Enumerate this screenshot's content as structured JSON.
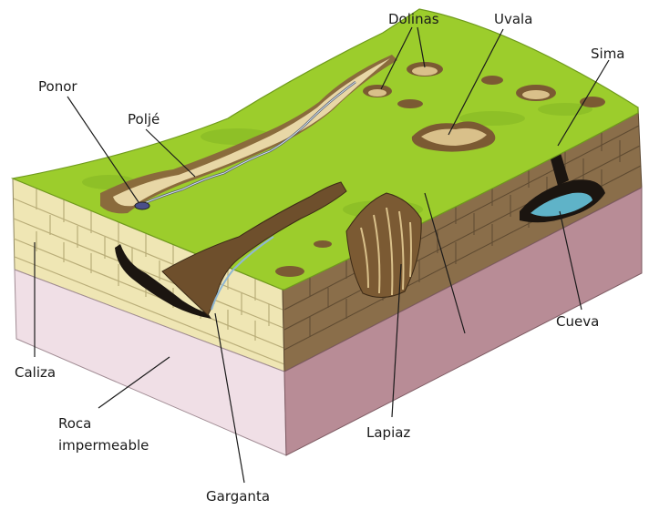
{
  "labels": {
    "dolinas": "Dolinas",
    "uvala": "Uvala",
    "sima": "Sima",
    "ponor": "Ponor",
    "polje": "Poljé",
    "cueva": "Cueva",
    "caliza": "Caliza",
    "roca_line1": "Roca",
    "roca_line2": "impermeable",
    "lapiaz": "Lapiaz",
    "garganta": "Garganta"
  },
  "colors": {
    "grass": "#9ccd2c",
    "grass_dark": "#6f9a1c",
    "limestone": "#efe6b4",
    "limestone_lines": "#b9ad78",
    "impermeable": "#f0dfe6",
    "side_rock": "#8a6e4a",
    "side_impermeable": "#b88c96",
    "polje_floor": "#e8d7a6",
    "cave_water": "#5fb3c8"
  }
}
